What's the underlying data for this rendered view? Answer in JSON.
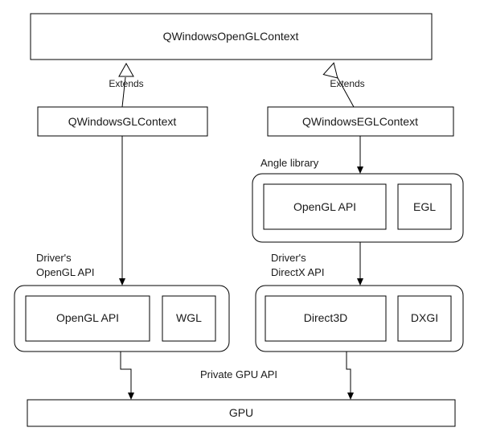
{
  "diagram": {
    "nodes": {
      "root": "QWindowsOpenGLContext",
      "gl_context": "QWindowsGLContext",
      "egl_context": "QWindowsEGLContext",
      "angle_opengl": "OpenGL API",
      "angle_egl": "EGL",
      "driver_opengl": "OpenGL API",
      "driver_wgl": "WGL",
      "driver_d3d": "Direct3D",
      "driver_dxgi": "DXGI",
      "gpu": "GPU"
    },
    "labels": {
      "extends_left": "Extends",
      "extends_right": "Extends",
      "angle_library": "Angle library",
      "drivers_opengl_1": "Driver's",
      "drivers_opengl_2": "OpenGL API",
      "drivers_directx_1": "Driver's",
      "drivers_directx_2": "DirectX API",
      "private_gpu_api": "Private GPU API"
    }
  }
}
